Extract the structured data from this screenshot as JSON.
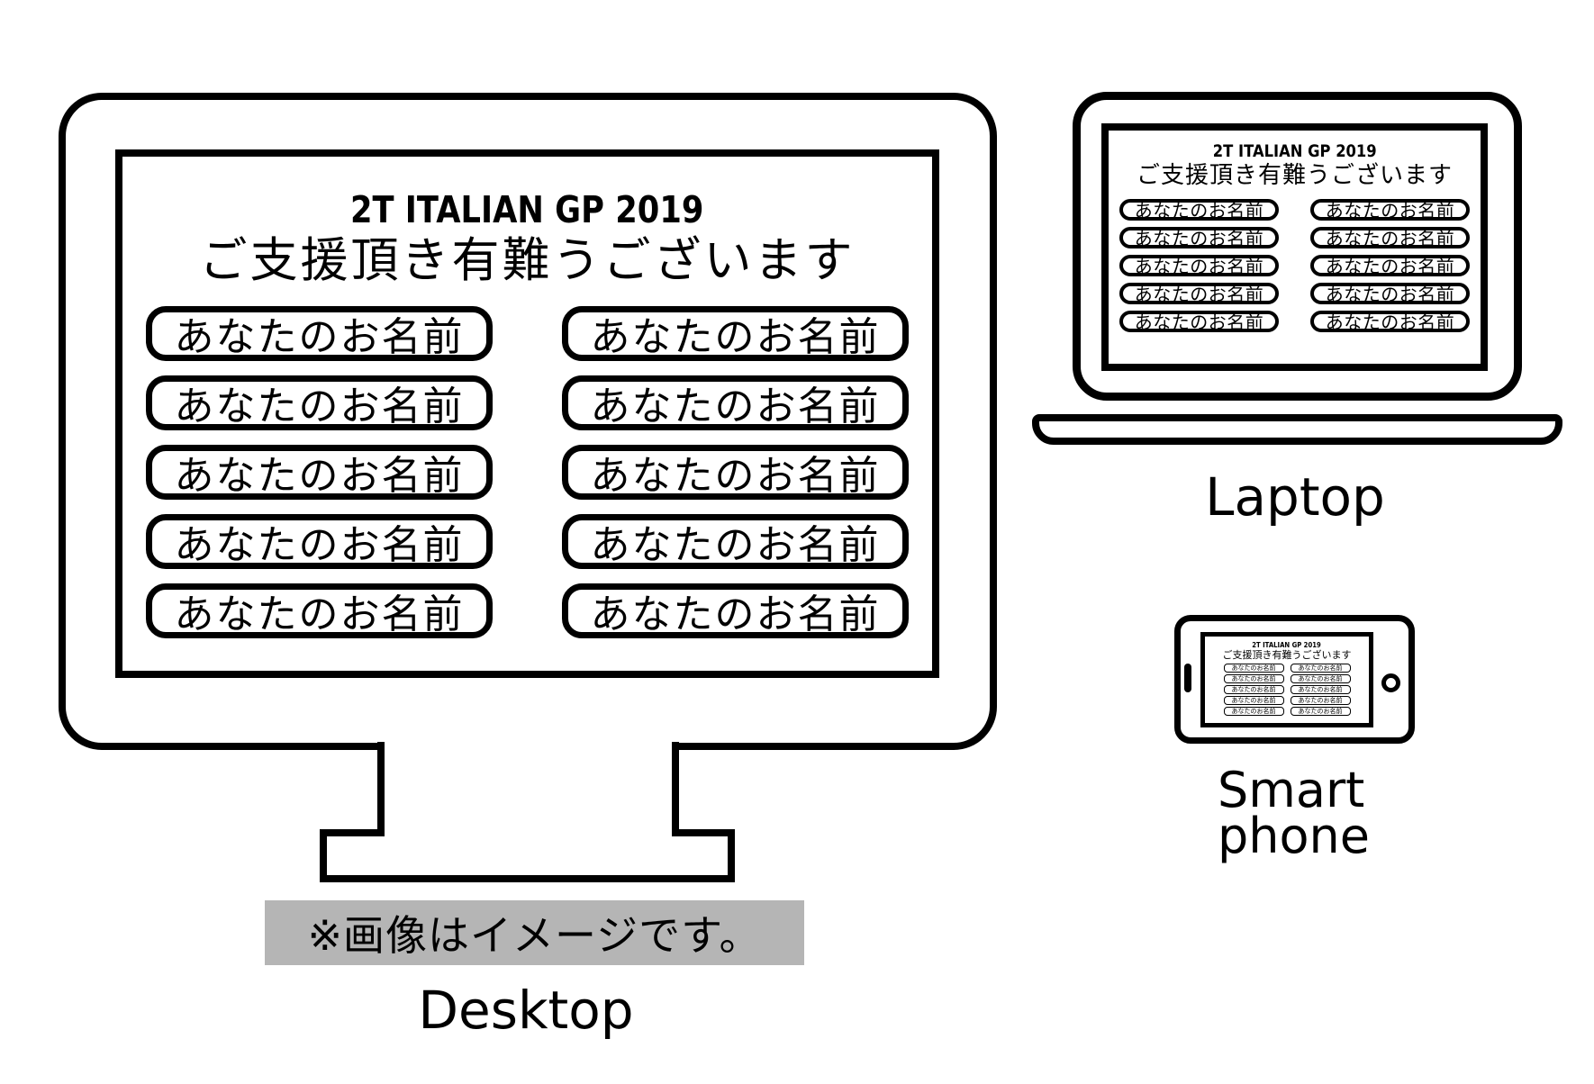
{
  "screen_content": {
    "title": "2T ITALIAN GP 2019",
    "subtitle": "ご支援頂き有難うございます",
    "name_placeholder": "あなたのお名前",
    "placeholder_count": 10
  },
  "device_labels": {
    "desktop": "Desktop",
    "laptop": "Laptop",
    "smartphone_line1": "Smart",
    "smartphone_line2": "phone"
  },
  "disclaimer": {
    "text": "※画像はイメージです。",
    "background_color": "#b5b5b5"
  },
  "colors": {
    "outline": "#000000",
    "canvas": "#ffffff"
  }
}
